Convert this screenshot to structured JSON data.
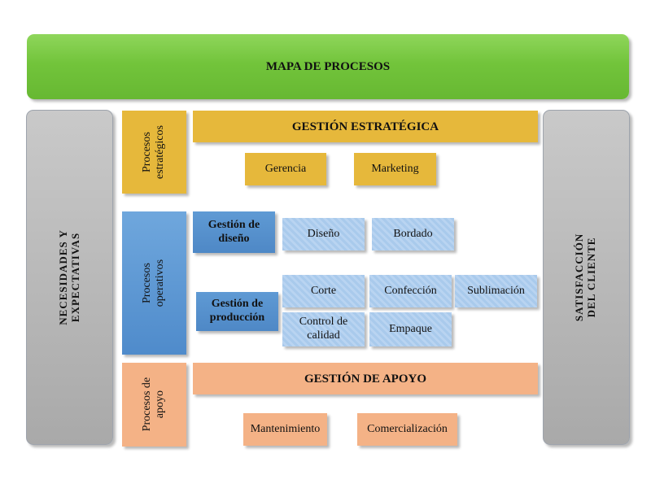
{
  "title": "MAPA DE PROCESOS",
  "left_panel": {
    "line1": "NECESIDADES Y",
    "line2": "EXPECTATIVAS"
  },
  "right_panel": {
    "line1": "SATISFACCIÓN",
    "line2": "DEL CLIENTE"
  },
  "categories": {
    "estrategicos": {
      "line1": "Procesos",
      "line2": "estratégicos"
    },
    "operativos": {
      "line1": "Procesos",
      "line2": "operativos"
    },
    "apoyo": {
      "line1": "Procesos de",
      "line2": "apoyo"
    }
  },
  "estrategica": {
    "header": "GESTIÓN ESTRATÉGICA",
    "items": [
      "Gerencia",
      "Marketing"
    ]
  },
  "operativa": {
    "diseno": {
      "header_line1": "Gestión de",
      "header_line2": "diseño",
      "items": [
        "Diseño",
        "Bordado"
      ]
    },
    "produccion": {
      "header_line1": "Gestión de",
      "header_line2": "producción",
      "items": [
        "Corte",
        "Confección",
        "Sublimación",
        "Control de calidad",
        "Empaque"
      ],
      "control_line1": "Control de",
      "control_line2": "calidad"
    }
  },
  "apoyo": {
    "header": "GESTIÓN DE APOYO",
    "items": [
      "Mantenimiento",
      "Comercialización"
    ]
  },
  "colors": {
    "banner_green": "#72c43b",
    "side_gray": "#b9b9b9",
    "strategic_yellow": "#e6b83b",
    "operative_blue": "#5f9ad4",
    "operative_light_blue": "#b0cfee",
    "support_orange": "#f4b286"
  }
}
